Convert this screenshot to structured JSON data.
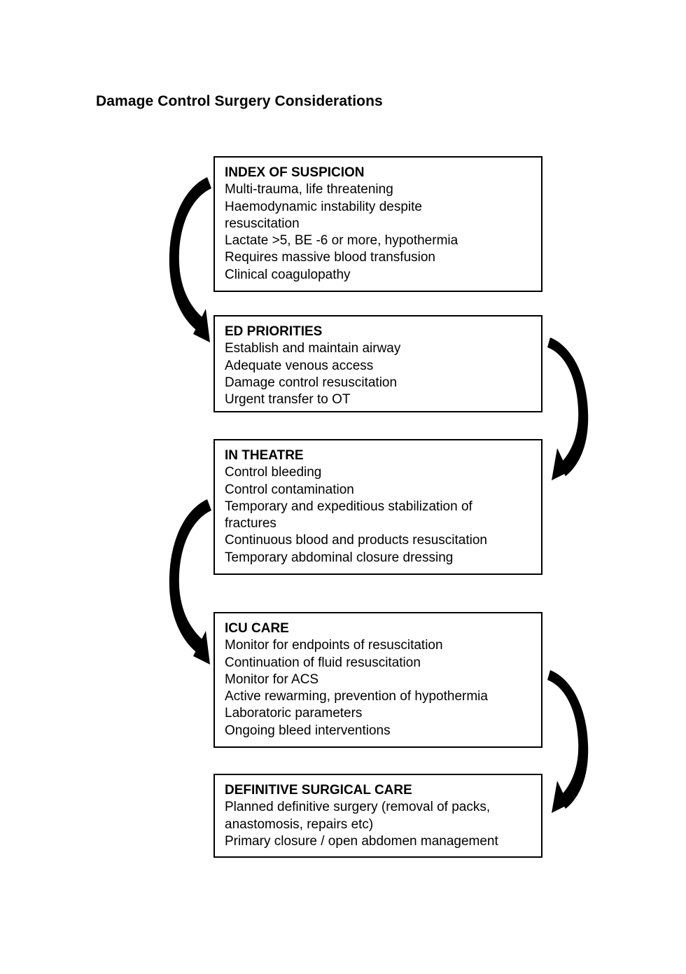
{
  "page": {
    "title": "Damage Control Surgery Considerations",
    "background_color": "#ffffff",
    "ink_color": "#000000"
  },
  "diagram_data": {
    "type": "flowchart",
    "orientation": "vertical-sequence",
    "node_count": 5,
    "connector_count": 4,
    "connector_style": "thick curved arrow",
    "connectors": [
      {
        "from": "index-of-suspicion",
        "to": "ed-priorities",
        "side": "left"
      },
      {
        "from": "ed-priorities",
        "to": "in-theatre",
        "side": "right"
      },
      {
        "from": "in-theatre",
        "to": "icu-care",
        "side": "left"
      },
      {
        "from": "icu-care",
        "to": "definitive-surgical-care",
        "side": "right"
      }
    ]
  },
  "boxes": [
    {
      "id": "index-of-suspicion",
      "heading": "INDEX OF SUSPICION",
      "lines": [
        "Multi-trauma, life threatening",
        "Haemodynamic instability despite",
        "resuscitation",
        "Lactate >5, BE -6 or more, hypothermia",
        "Requires massive blood transfusion",
        "Clinical coagulopathy"
      ]
    },
    {
      "id": "ed-priorities",
      "heading": "ED PRIORITIES",
      "lines": [
        "Establish and maintain airway",
        "Adequate venous access",
        "Damage control resuscitation",
        "Urgent transfer to OT"
      ]
    },
    {
      "id": "in-theatre",
      "heading": "IN THEATRE",
      "lines": [
        "Control bleeding",
        "Control contamination",
        "Temporary and expeditious stabilization of",
        "fractures",
        "Continuous blood and products resuscitation",
        "Temporary abdominal closure dressing"
      ]
    },
    {
      "id": "icu-care",
      "heading": "ICU CARE",
      "lines": [
        "Monitor for endpoints of resuscitation",
        "Continuation of fluid resuscitation",
        "Monitor for ACS",
        "Active rewarming, prevention of hypothermia",
        "Laboratoric parameters",
        "Ongoing bleed interventions"
      ]
    },
    {
      "id": "definitive-surgical-care",
      "heading": "DEFINITIVE SURGICAL CARE",
      "lines": [
        "Planned definitive surgery (removal of packs,",
        "anastomosis, repairs etc)",
        "Primary closure / open abdomen management"
      ]
    }
  ]
}
